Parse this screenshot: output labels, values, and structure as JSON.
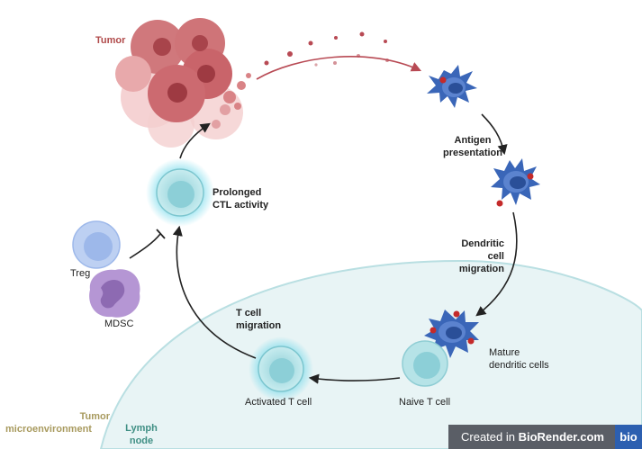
{
  "labels": {
    "tumor": "Tumor",
    "antigen_presentation": [
      "Antigen",
      "presentation"
    ],
    "dendritic_cell_migration": [
      "Dendritic",
      "cell",
      "migration"
    ],
    "mature_dendritic_cells": [
      "Mature",
      "dendritic cells"
    ],
    "naive_t_cell": "Naive T cell",
    "activated_t_cell": "Activated T cell",
    "t_cell_migration": [
      "T cell",
      "migration"
    ],
    "prolonged_ctl_activity": [
      "Prolonged",
      "CTL activity"
    ],
    "treg": "Treg",
    "mdsc": "MDSC",
    "tumor_microenvironment": [
      "Tumor",
      "microenvironment"
    ],
    "lymph_node": [
      "Lymph",
      "node"
    ]
  },
  "footer": {
    "prefix": "Created in ",
    "brand": "BioRender.com",
    "logo": "bio"
  },
  "colors": {
    "tumor": "#c9646a",
    "dendritic": "#3a66b8",
    "tcell": "#a9dbe0",
    "treg": "#9db8ea",
    "mdsc": "#8d6ab2",
    "lymph_node_fill": "#e6f3f4",
    "antigen": "#c42a2a"
  }
}
